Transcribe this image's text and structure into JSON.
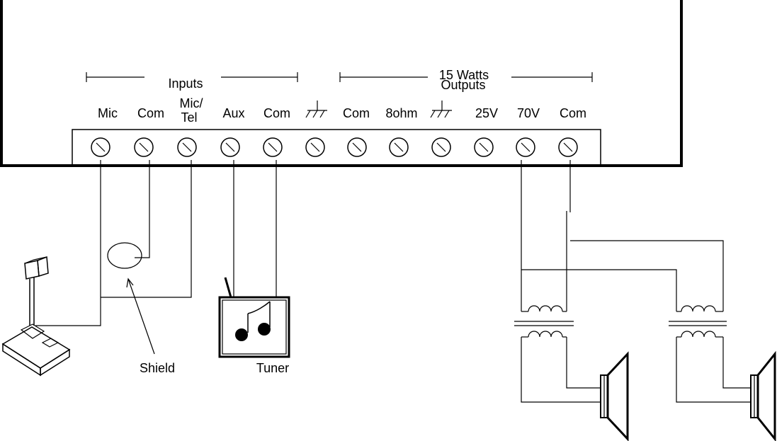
{
  "groups": {
    "inputs": "Inputs",
    "power": "15 Watts",
    "outputs": "Outputs"
  },
  "terminals": {
    "mic": "Mic",
    "com1": "Com",
    "mic_tel_line1": "Mic/",
    "mic_tel_line2": "Tel",
    "aux": "Aux",
    "com2": "Com",
    "com3": "Com",
    "ohm8": "8ohm",
    "v25": "25V",
    "v70": "70V",
    "com4": "Com"
  },
  "callouts": {
    "shield": "Shield",
    "tuner": "Tuner"
  },
  "icons": [
    "ground-icon",
    "microphone-icon",
    "tuner-icon",
    "transformer-icon",
    "speaker-icon",
    "screw-terminal-icon"
  ]
}
